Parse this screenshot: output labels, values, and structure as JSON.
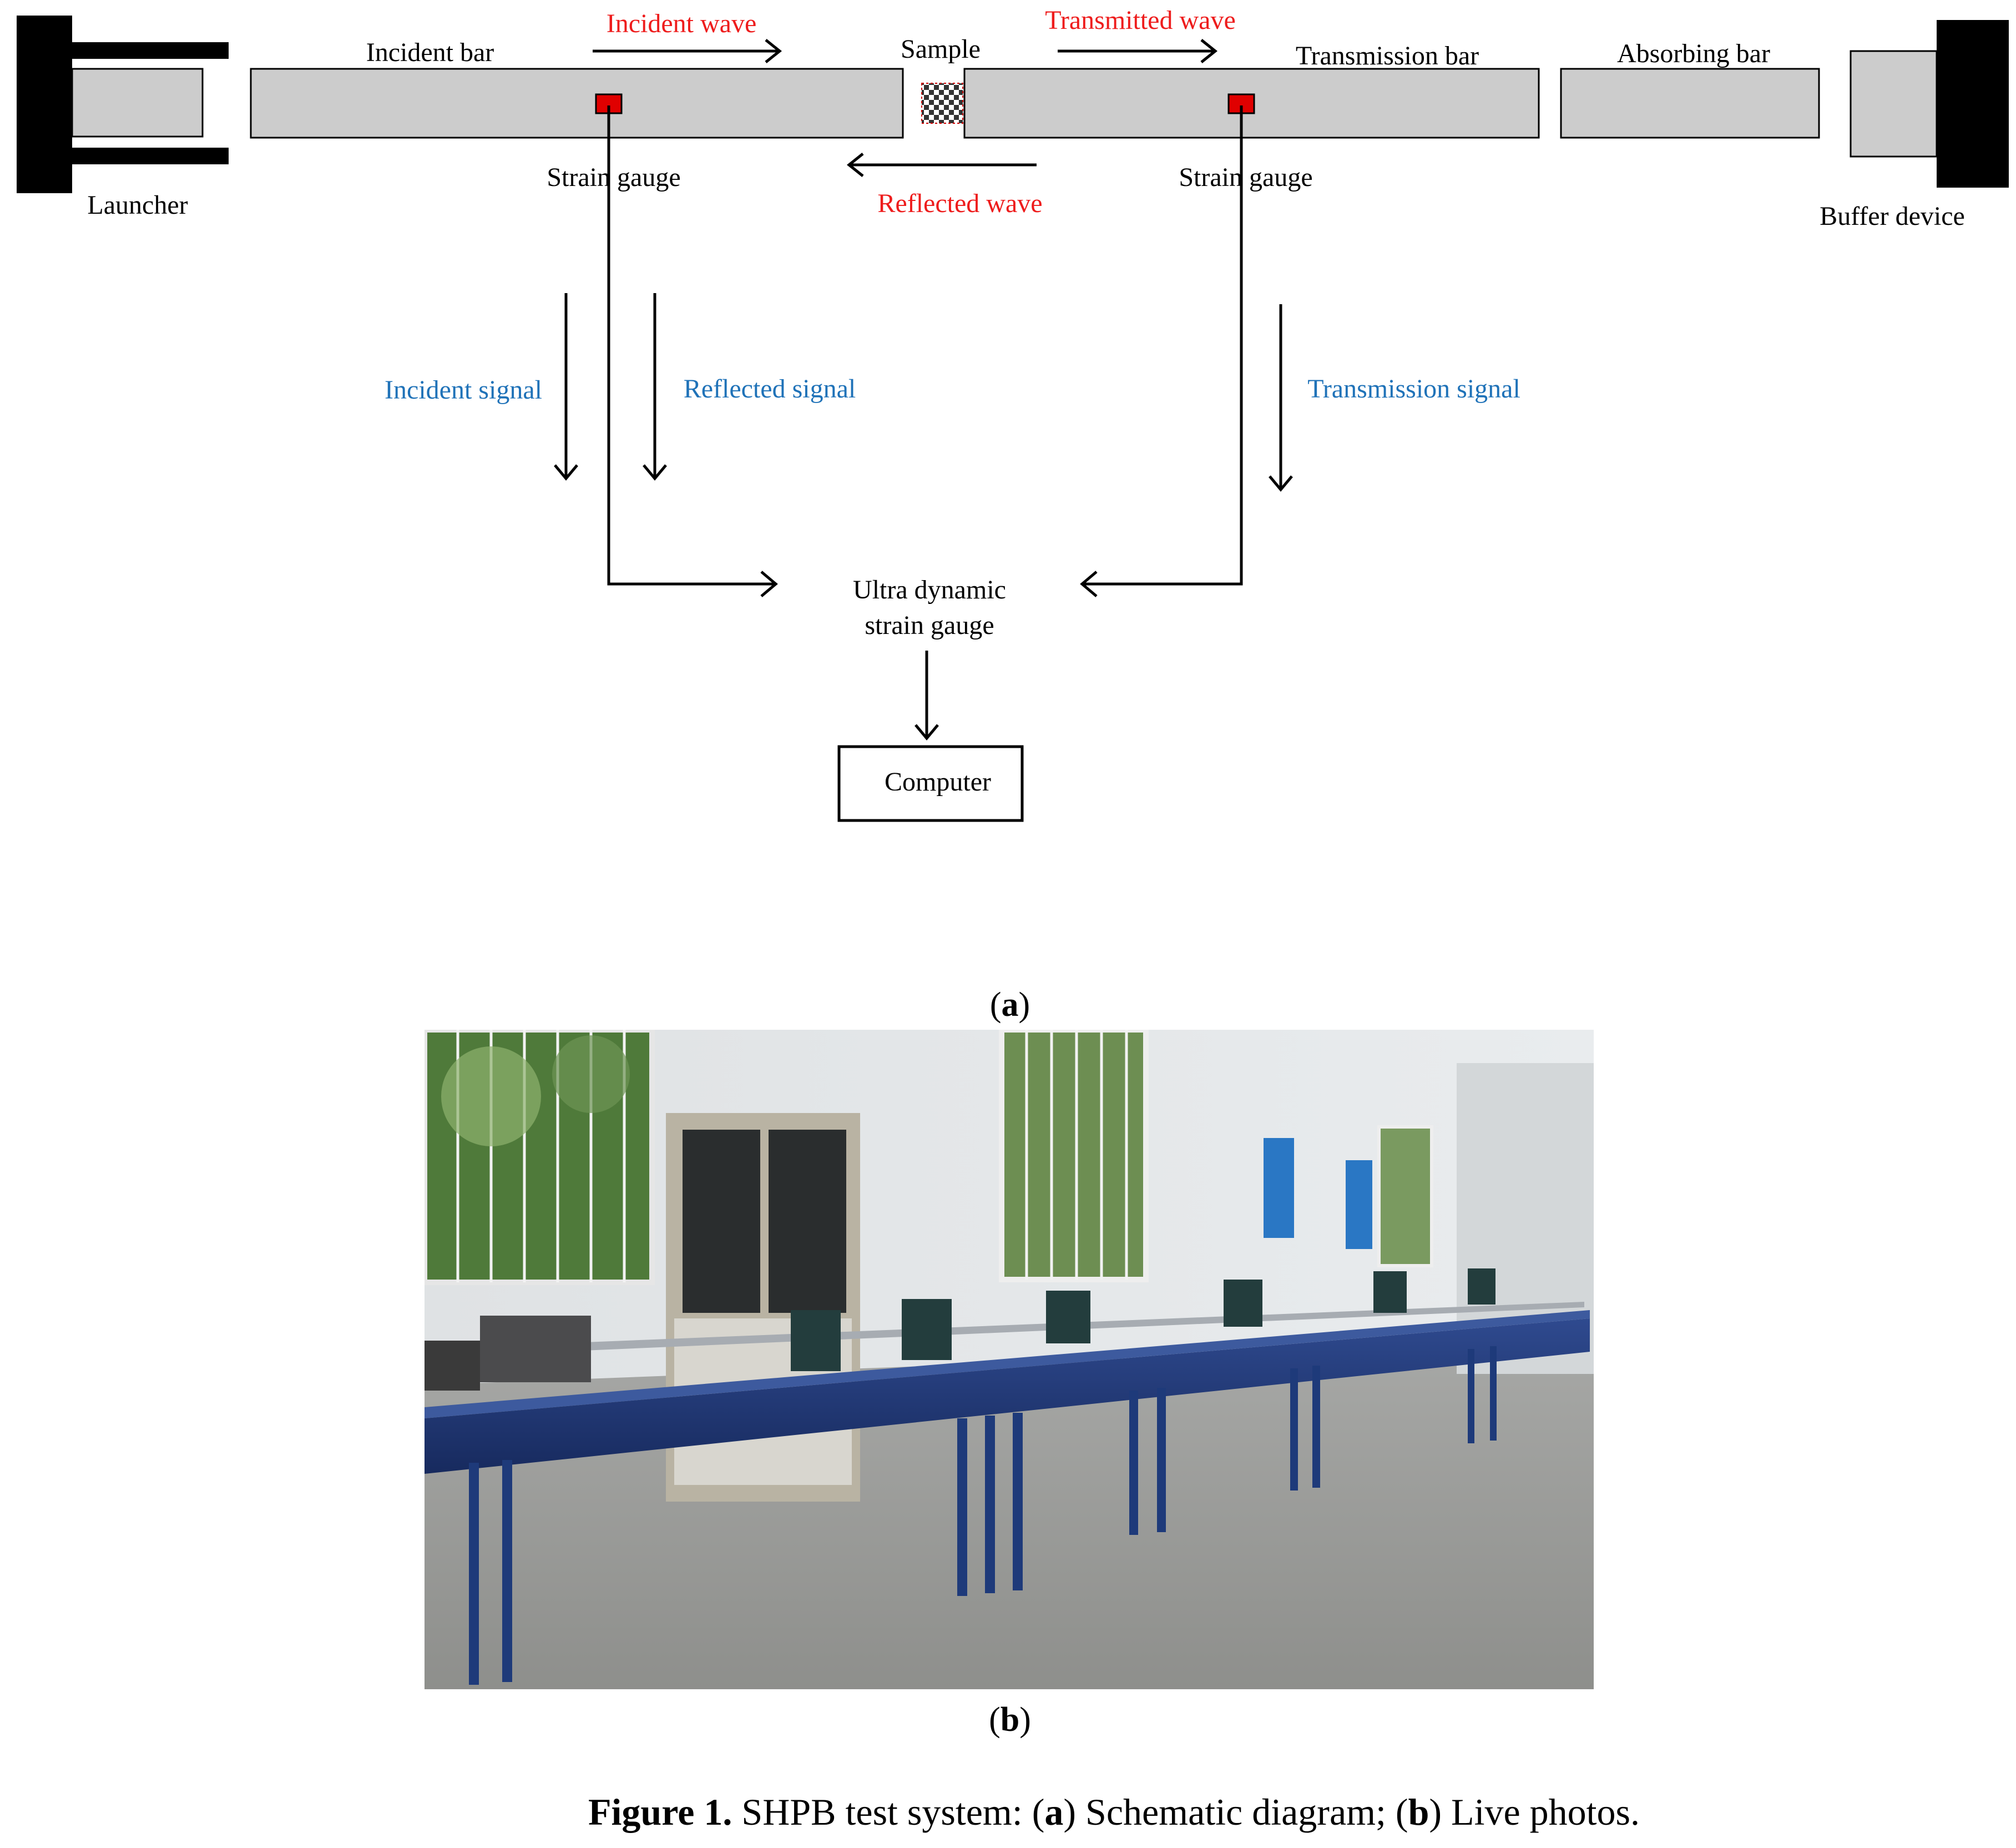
{
  "colors": {
    "bar_fill": "#cccccc",
    "wave_label": "#ee1c1c",
    "signal_label": "#1f72b8",
    "gauge_fill": "#e00000",
    "ink": "#000000"
  },
  "schematic": {
    "launcher": "Launcher",
    "incident_bar": "Incident bar",
    "incident_wave": "Incident wave",
    "sample": "Sample",
    "transmitted_wave": "Transmitted wave",
    "transmission_bar": "Transmission bar",
    "absorbing_bar": "Absorbing bar",
    "buffer_device": "Buffer device",
    "strain_gauge_left": "Strain gauge",
    "strain_gauge_right": "Strain gauge",
    "reflected_wave": "Reflected wave",
    "incident_signal": "Incident signal",
    "reflected_signal": "Reflected signal",
    "transmission_signal": "Transmission signal",
    "ultra_line1": "Ultra dynamic",
    "ultra_line2": "strain gauge",
    "computer": "Computer"
  },
  "subcaptions": {
    "a_letter": "a",
    "b_letter": "b"
  },
  "figure_caption": {
    "label": "Figure 1.",
    "text_1": " SHPB test system: (",
    "a": "a",
    "text_2": ") Schematic diagram; (",
    "b": "b",
    "text_3": ") Live photos."
  }
}
